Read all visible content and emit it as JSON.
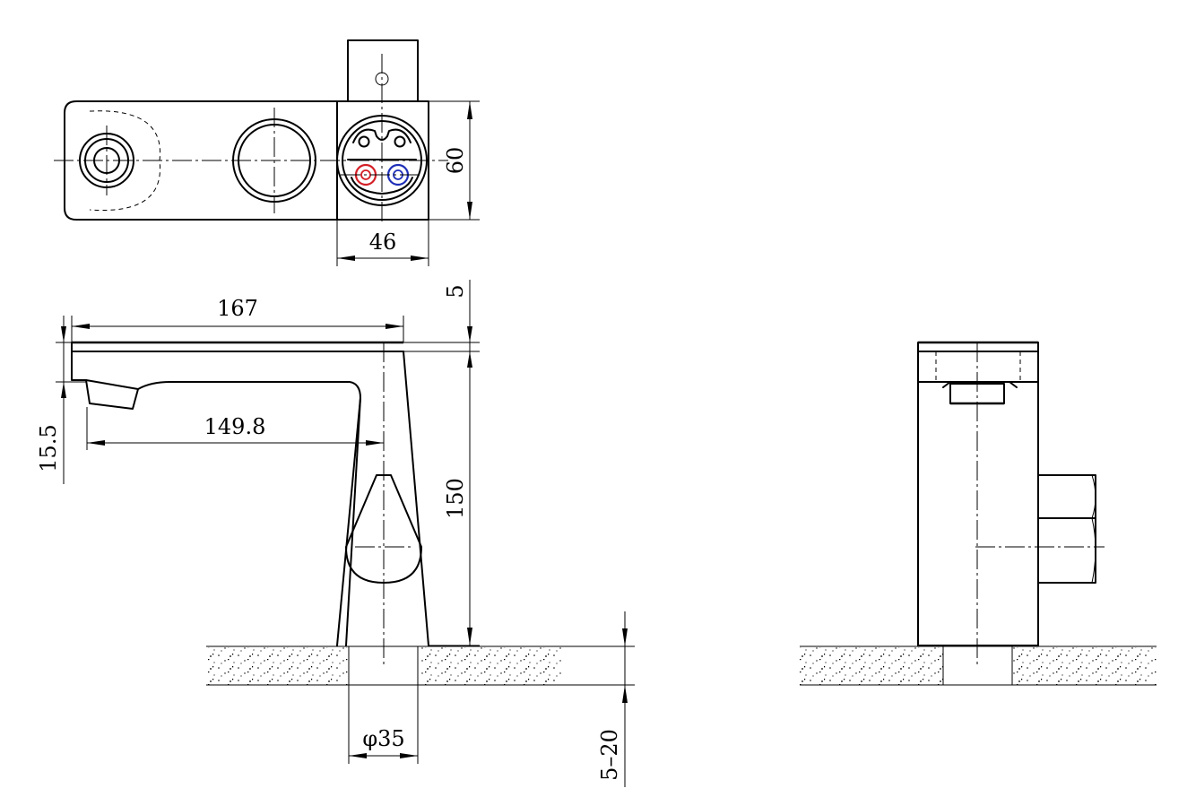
{
  "dimensions": {
    "top_width": "46",
    "top_depth": "60",
    "spout_length": "167",
    "spout_reach": "149.8",
    "spout_height": "15.5",
    "plate_thickness": "5",
    "body_height": "150",
    "hole_diameter": "φ35",
    "counter_thickness": "5–20"
  },
  "colors": {
    "line": "#000000",
    "hot": "#d41f26",
    "cold": "#1f2fb8",
    "background": "#ffffff"
  }
}
